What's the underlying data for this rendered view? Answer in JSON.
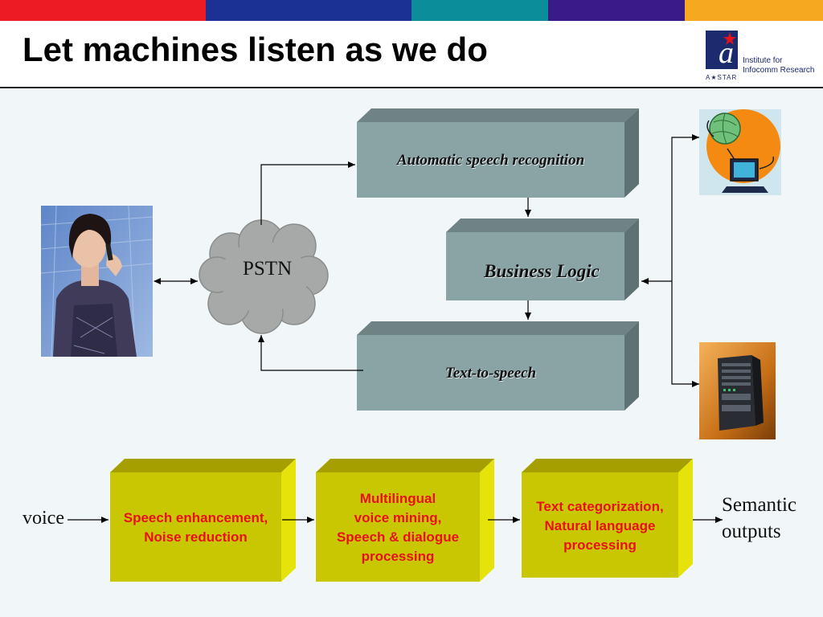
{
  "slide": {
    "title": "Let machines listen as we do",
    "header_colors": [
      "#ec1c24",
      "#1b3294",
      "#0b8d9a",
      "#3a1a86",
      "#f6a820"
    ]
  },
  "logo": {
    "name": "Institute for\nInfocomm Research",
    "sub": "A★STAR",
    "mark": "a"
  },
  "diagram": {
    "pstn_label": "PSTN",
    "asr_label": "Automatic speech recognition",
    "business_logic_label": "Business Logic",
    "tts_label": "Text-to-speech",
    "voice_label": "voice",
    "speech_enhancement_label": "Speech enhancement,\nNoise reduction",
    "voice_mining_label": "Multilingual\nvoice mining,\nSpeech & dialogue\nprocessing",
    "text_categorization_label": "Text categorization,\nNatural language\nprocessing",
    "semantic_outputs_label": "Semantic\noutputs",
    "colors": {
      "grey_box": "#8aa3a5",
      "yellow_box": "#c9c602",
      "label_red": "#e8101a"
    }
  }
}
